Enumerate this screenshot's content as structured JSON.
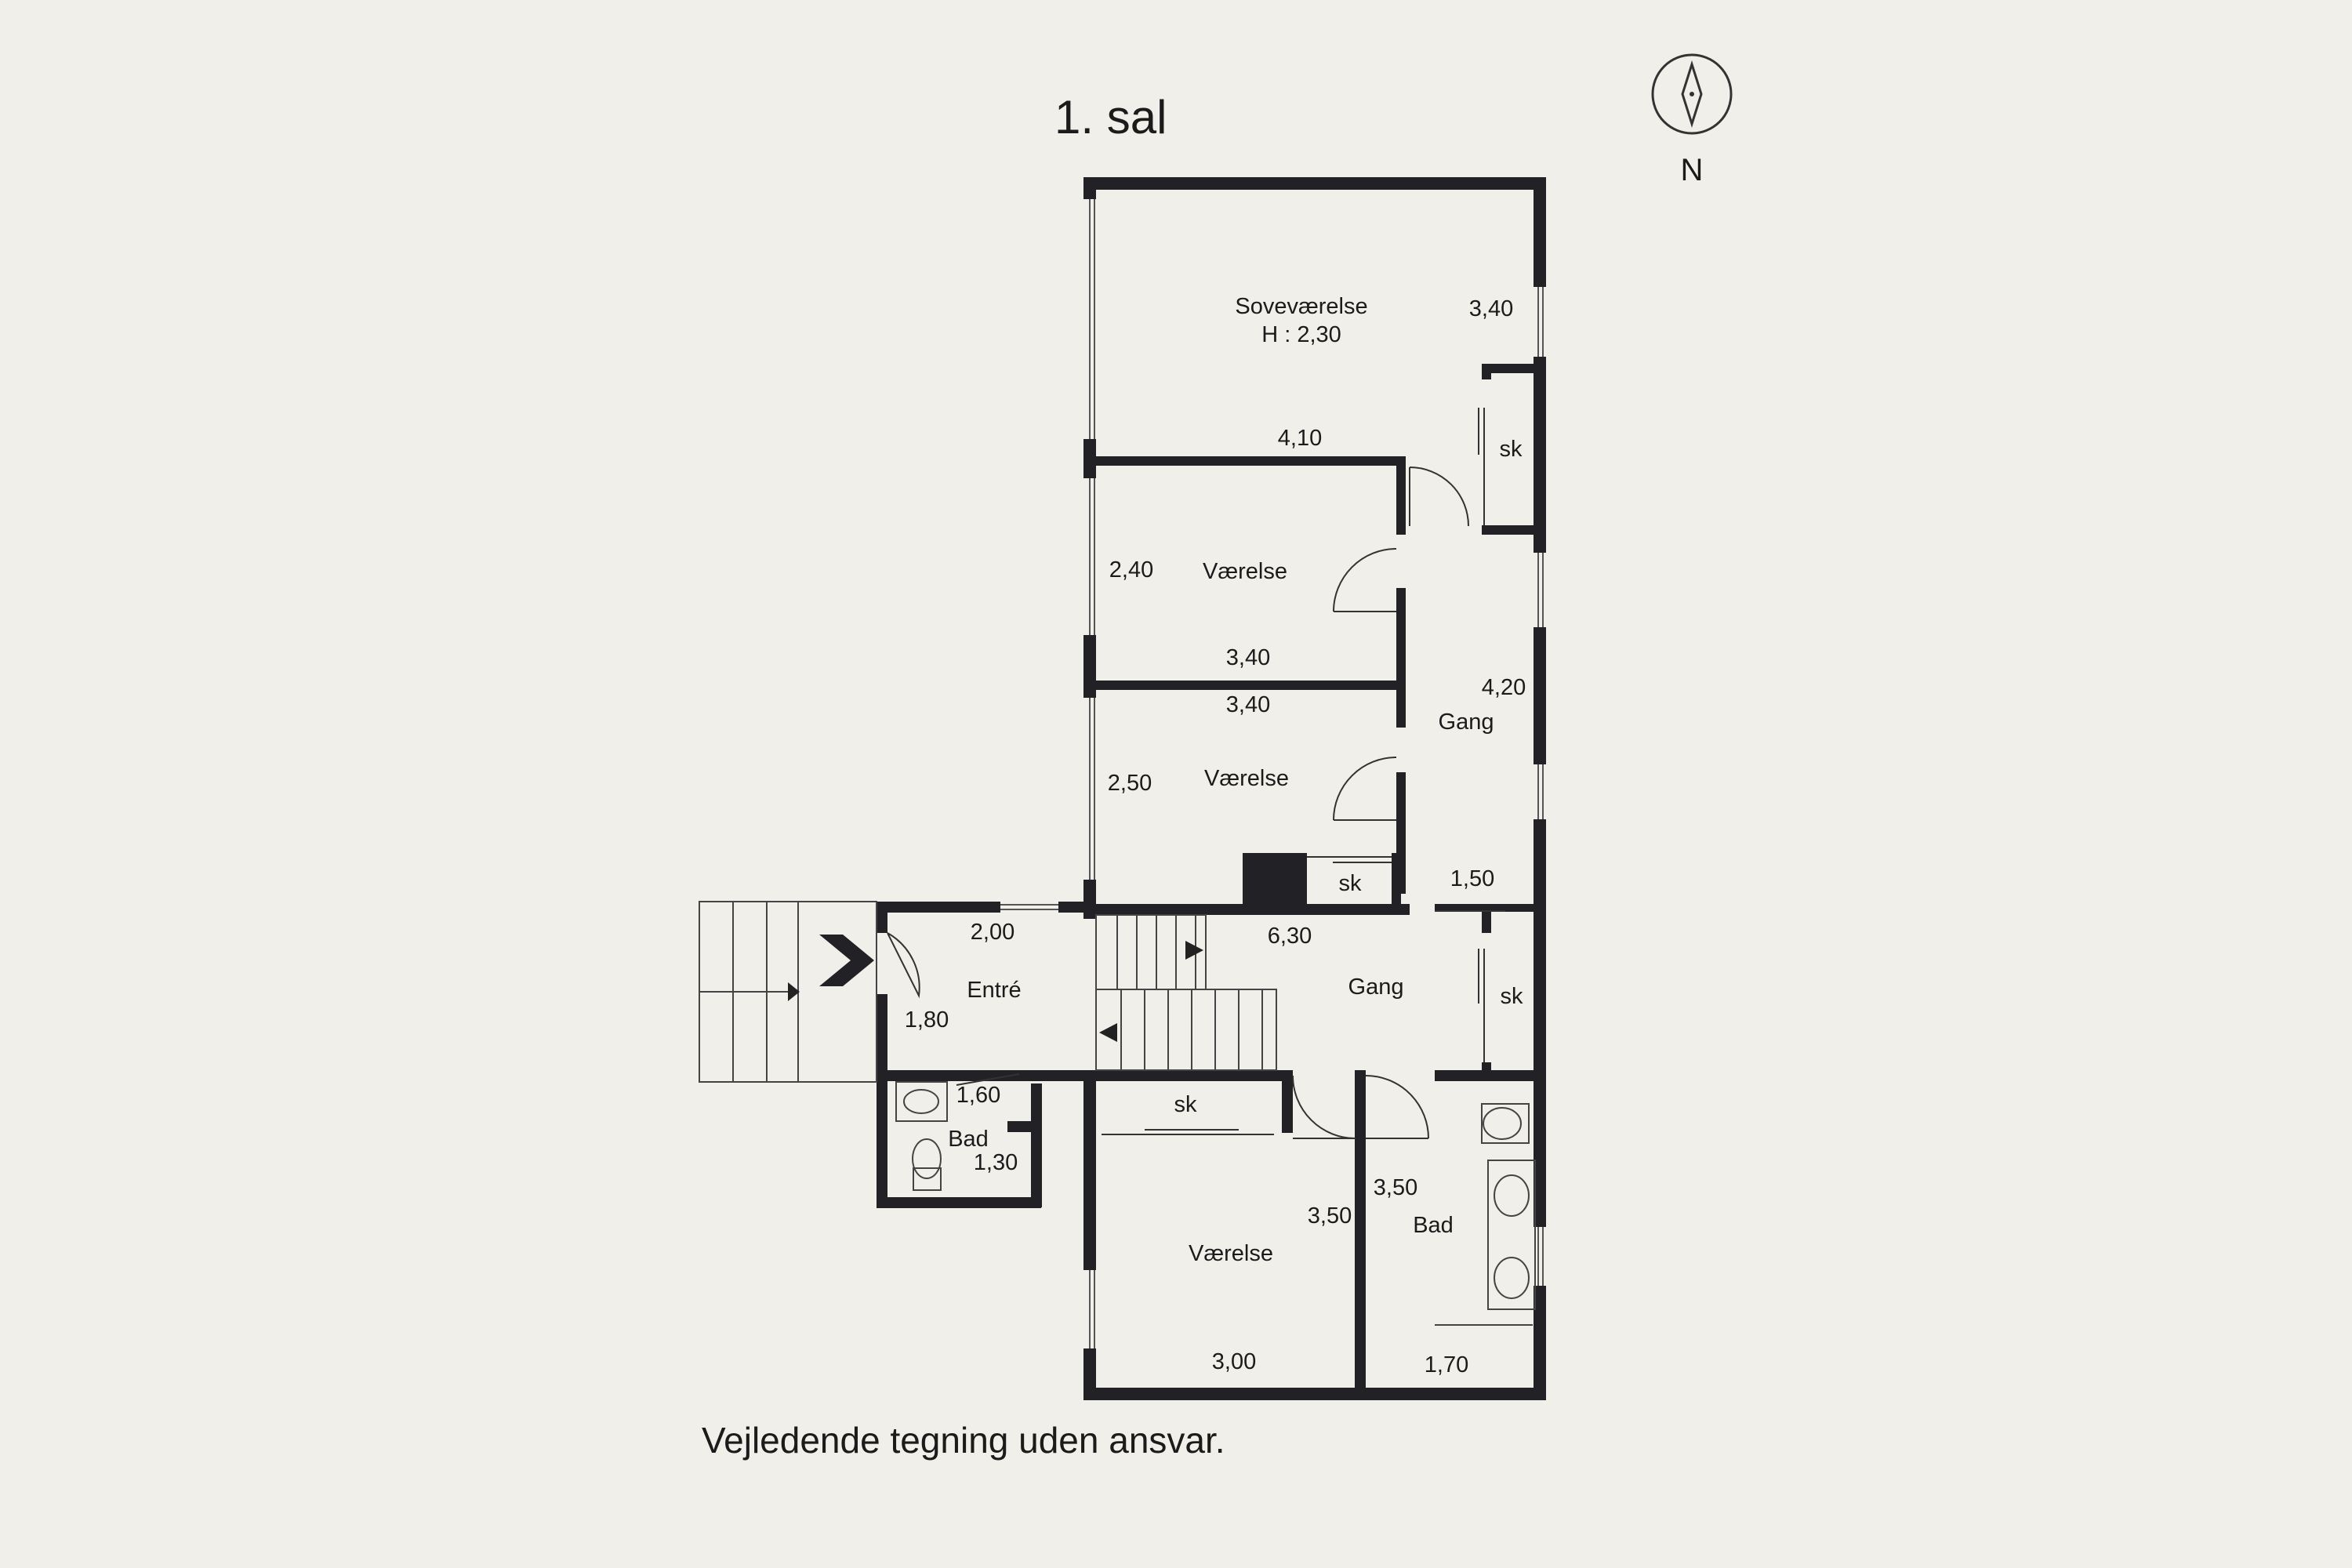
{
  "title": "1. sal",
  "compass": {
    "label": "N",
    "icon": "compass-icon"
  },
  "disclaimer": "Vejledende tegning uden ansvar.",
  "colors": {
    "background": "#f0efe9",
    "wall": "#222226",
    "line": "#333333"
  },
  "rooms": [
    {
      "id": "sovevaerelse",
      "name": "Soveværelse",
      "height_label": "H : 2,30",
      "dims": [
        "3,40",
        "4,10"
      ]
    },
    {
      "id": "vaerelse-1",
      "name": "Værelse",
      "dims": [
        "2,40",
        "3,40"
      ]
    },
    {
      "id": "vaerelse-2",
      "name": "Værelse",
      "dims": [
        "3,40",
        "2,50"
      ]
    },
    {
      "id": "gang-upper",
      "name": "Gang",
      "dims": [
        "4,20",
        "1,50"
      ]
    },
    {
      "id": "entre",
      "name": "Entré",
      "dims": [
        "2,00",
        "1,80"
      ]
    },
    {
      "id": "gang-lower",
      "name": "Gang",
      "dims": [
        "6,30"
      ]
    },
    {
      "id": "bad-small",
      "name": "Bad",
      "dims": [
        "1,60",
        "1,30"
      ]
    },
    {
      "id": "vaerelse-3",
      "name": "Værelse",
      "dims": [
        "3,50",
        "3,00"
      ]
    },
    {
      "id": "bad-large",
      "name": "Bad",
      "dims": [
        "3,50",
        "1,70"
      ]
    }
  ],
  "closets": [
    "sk",
    "sk",
    "sk",
    "sk"
  ]
}
